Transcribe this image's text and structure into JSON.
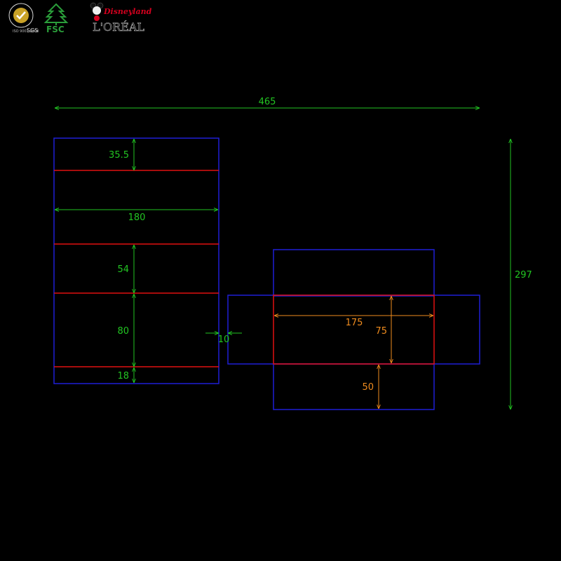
{
  "colors": {
    "background": "#000000",
    "outline": "#1f1fd6",
    "fold": "#e01010",
    "dimension_primary": "#22c522",
    "dimension_secondary": "#f08c1e"
  },
  "logos": {
    "sgs_text": "SGS",
    "sgs_ring_text": "ISO 9001:2008",
    "fsc_text": "FSC",
    "disney_text": "Disneyland",
    "loreal_text": "L'ORÉAL"
  },
  "dimensions": {
    "overall_width": "465",
    "overall_height": "297",
    "top_flap": "35.5",
    "sleeve_width": "180",
    "panel_a": "54",
    "panel_b": "80",
    "bottom_flap": "18",
    "gap": "10",
    "tray_length": "175",
    "tray_depth": "75",
    "tray_wall": "50"
  }
}
